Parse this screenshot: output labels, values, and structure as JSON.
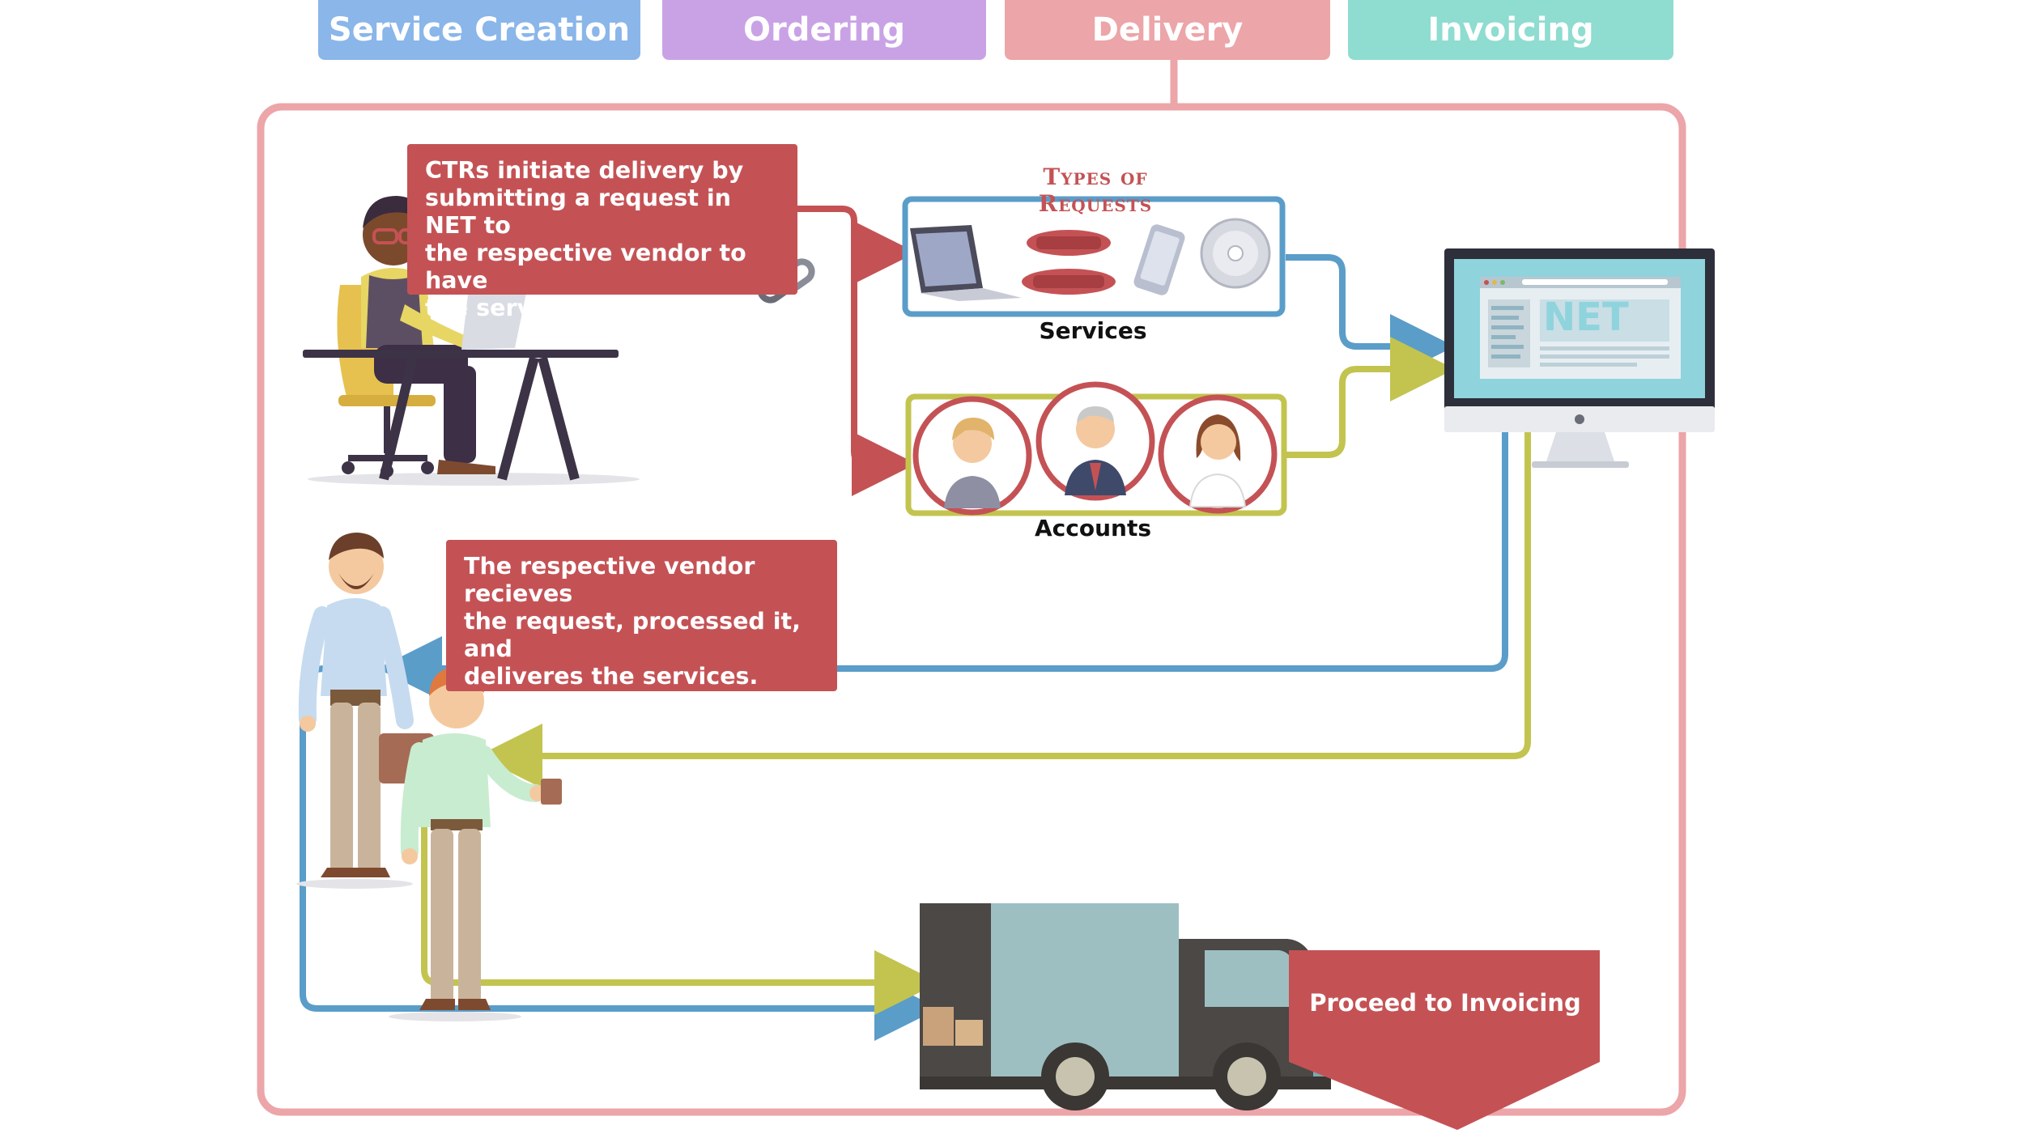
{
  "tabs": [
    {
      "label": "Service Creation",
      "color": "#8ab6e9"
    },
    {
      "label": "Ordering",
      "color": "#c9a2e6"
    },
    {
      "label": "Delivery",
      "color": "#eca5a8"
    },
    {
      "label": "Invoicing",
      "color": "#8fdcd0"
    }
  ],
  "frame_color": "#eca5a8",
  "callouts": {
    "initiate": "CTRs initiate delivery by\nsubmitting a request in NET to\nthe respective vendor to have\nthe services delivered.",
    "vendor": "The respective vendor recieves\nthe request, processed it, and\ndeliveres the services.",
    "proceed": "Proceed to Invoicing"
  },
  "requests": {
    "title": "Types of Requests",
    "services_label": "Services",
    "accounts_label": "Accounts"
  },
  "monitor": {
    "screen_text": "NET"
  },
  "colors": {
    "callout": "#c45255",
    "blue_line": "#5a9dc9",
    "olive_line": "#c3c44f",
    "red_line": "#c45255"
  },
  "icons": {
    "services": [
      "laptop-icon",
      "telephone-icon",
      "smartphone-icon",
      "disc-icon"
    ],
    "accounts": [
      "woman-avatar-icon",
      "elderly-man-avatar-icon",
      "woman-avatar-icon"
    ],
    "other": [
      "chain-link-icon",
      "monitor-icon",
      "delivery-truck-icon"
    ]
  }
}
